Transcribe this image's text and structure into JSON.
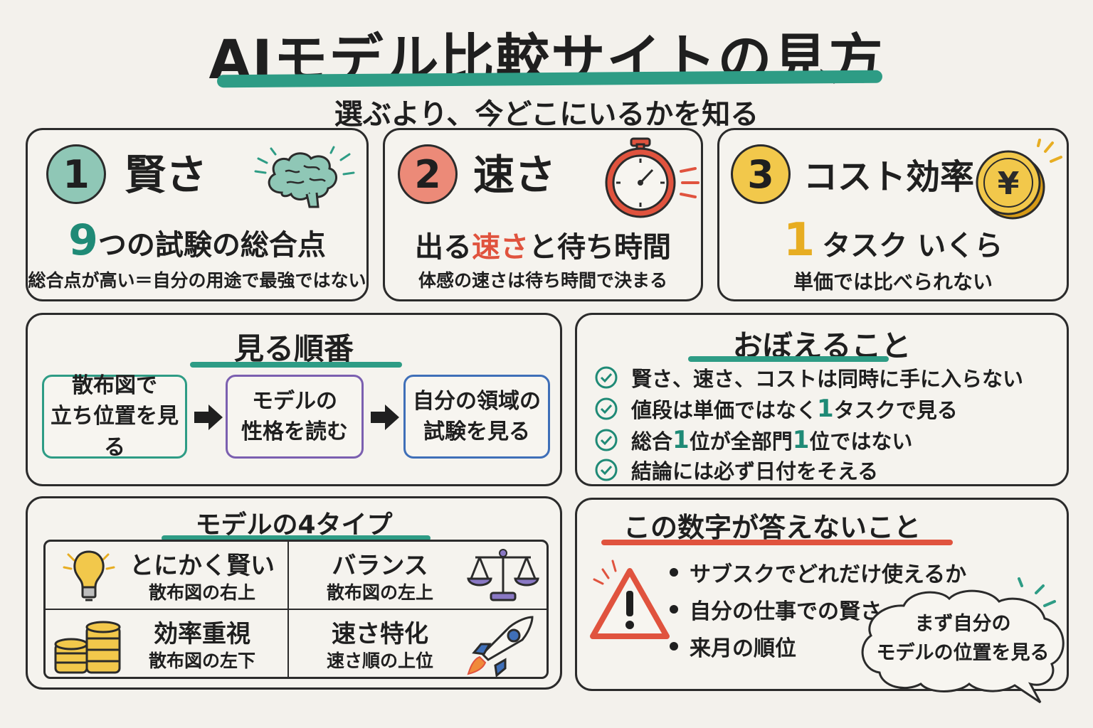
{
  "header": {
    "title": "AIモデル比較サイトの見方",
    "subtitle": "選ぶより、今どこにいるかを知る"
  },
  "colors": {
    "teal": "#2e9c85",
    "red": "#e0533e",
    "gold": "#e7ad22",
    "green_step": "#2e9c85",
    "purple_step": "#7b5fb0",
    "blue_step": "#3f6fb8"
  },
  "cards": [
    {
      "num": "1",
      "title": "賢さ",
      "main_num": "9",
      "main_rest": "つの試験の総合点",
      "note": "総合点が高い＝自分の用途で最強ではない",
      "icon": "brain-icon"
    },
    {
      "num": "2",
      "title": "速さ",
      "main_pre": "出る",
      "main_red": "速さ",
      "main_post": "と待ち時間",
      "note": "体感の速さは待ち時間で決まる",
      "icon": "stopwatch-icon"
    },
    {
      "num": "3",
      "title": "コスト効率",
      "main_num": "1",
      "main_rest": "タスク いくら",
      "note": "単価では比べられない",
      "icon": "yen-coin-icon"
    }
  ],
  "order": {
    "title": "見る順番",
    "steps": [
      {
        "line1": "散布図で",
        "line2": "立ち位置を見る"
      },
      {
        "line1": "モデルの",
        "line2": "性格を読む"
      },
      {
        "line1": "自分の領域の",
        "line2": "試験を見る"
      }
    ]
  },
  "remember": {
    "title": "おぼえること",
    "items": [
      {
        "pre": "賢さ、速さ、コストは同時に手に入らない",
        "hl1": "",
        "mid": "",
        "hl2": "",
        "post": ""
      },
      {
        "pre": "値段は単価ではなく",
        "hl1": "1",
        "mid": "タスクで見る",
        "hl2": "",
        "post": ""
      },
      {
        "pre": "総合",
        "hl1": "1",
        "mid": "位が全部門",
        "hl2": "1",
        "post": "位ではない"
      },
      {
        "pre": "結論には必ず日付をそえる",
        "hl1": "",
        "mid": "",
        "hl2": "",
        "post": ""
      }
    ]
  },
  "types": {
    "title": "モデルの4タイプ",
    "cells": [
      {
        "title": "とにかく賢い",
        "sub": "散布図の右上",
        "icon": "lightbulb-icon"
      },
      {
        "title": "バランス",
        "sub": "散布図の左上",
        "icon": "scale-icon"
      },
      {
        "title": "効率重視",
        "sub": "散布図の左下",
        "icon": "coin-stack-icon"
      },
      {
        "title": "速さ特化",
        "sub": "速さ順の上位",
        "icon": "rocket-icon"
      }
    ]
  },
  "limits": {
    "title": "この数字が答えないこと",
    "items": [
      "サブスクでどれだけ使えるか",
      "自分の仕事での賢さ",
      "来月の順位"
    ],
    "bubble_line1": "まず自分の",
    "bubble_line2": "モデルの位置を見る",
    "icon": "warning-icon"
  }
}
